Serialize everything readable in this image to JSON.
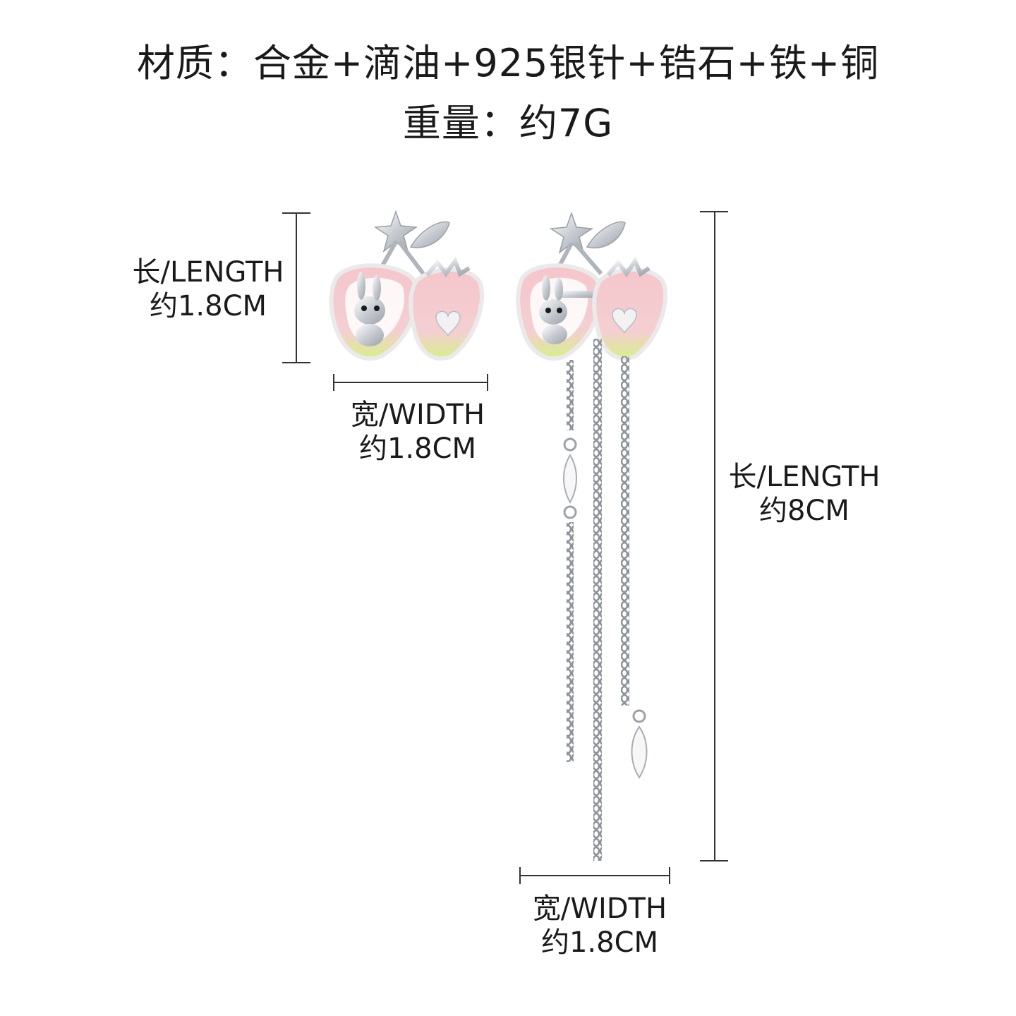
{
  "header": {
    "material": "材质：合金+滴油+925银针+锆石+铁+铜",
    "weight": "重量：约7G"
  },
  "dimensions": {
    "stud_length_label": "长/LENGTH",
    "stud_length_value": "约1.8CM",
    "stud_width_label": "宽/WIDTH",
    "stud_width_value": "约1.8CM",
    "drop_length_label": "长/LENGTH",
    "drop_length_value": "约8CM",
    "drop_width_label": "宽/WIDTH",
    "drop_width_value": "约1.8CM"
  },
  "colors": {
    "enamel_pink": "#f6c9cf",
    "enamel_green": "#d8f08a",
    "silver": "#c9ccd1"
  }
}
